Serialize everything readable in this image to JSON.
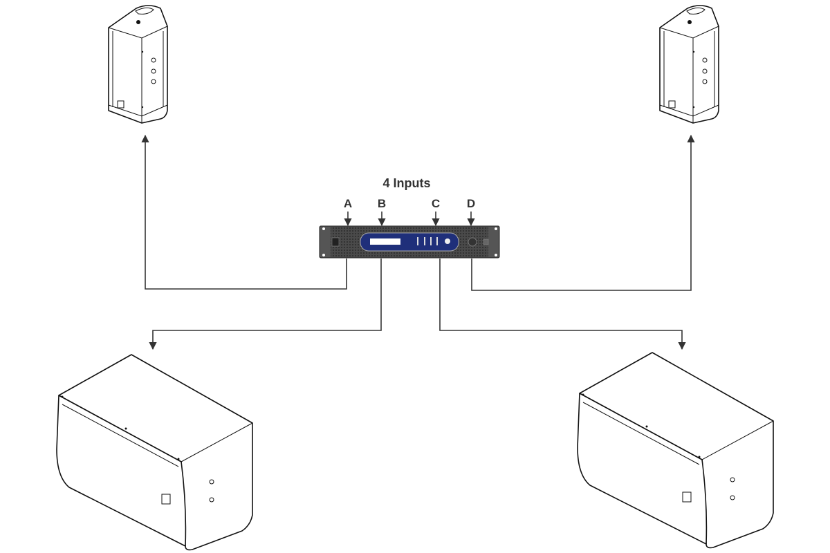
{
  "diagram": {
    "title": "4 Inputs",
    "inputs": [
      {
        "label": "A"
      },
      {
        "label": "B"
      },
      {
        "label": "C"
      },
      {
        "label": "D"
      }
    ],
    "colors": {
      "line": "#333333",
      "amp_panel": "#1f2f7a",
      "amp_body": "#3a3a3a"
    }
  }
}
